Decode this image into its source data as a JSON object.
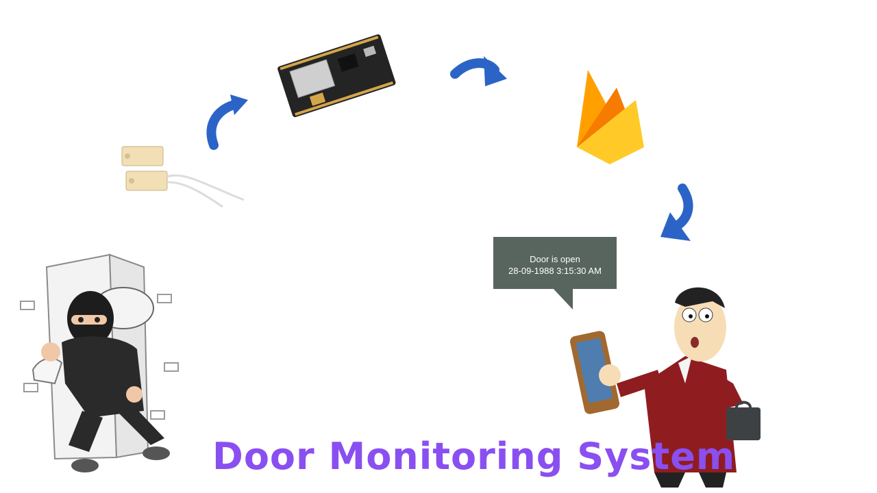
{
  "title": "Door Monitoring System",
  "notification": {
    "line1": "Door is open",
    "line2": "28-09-1988 3:15:30 AM"
  },
  "colors": {
    "arrow": "#2b64c6",
    "title": "#8a4ff0",
    "notification_bg": "#57655e",
    "firebase_yellow": "#ffca28",
    "firebase_orange": "#f57c00"
  },
  "icons": [
    "magnetic-door-sensor",
    "nodemcu-board",
    "firebase-logo",
    "thief-illustration",
    "person-with-phone",
    "flow-arrow"
  ]
}
